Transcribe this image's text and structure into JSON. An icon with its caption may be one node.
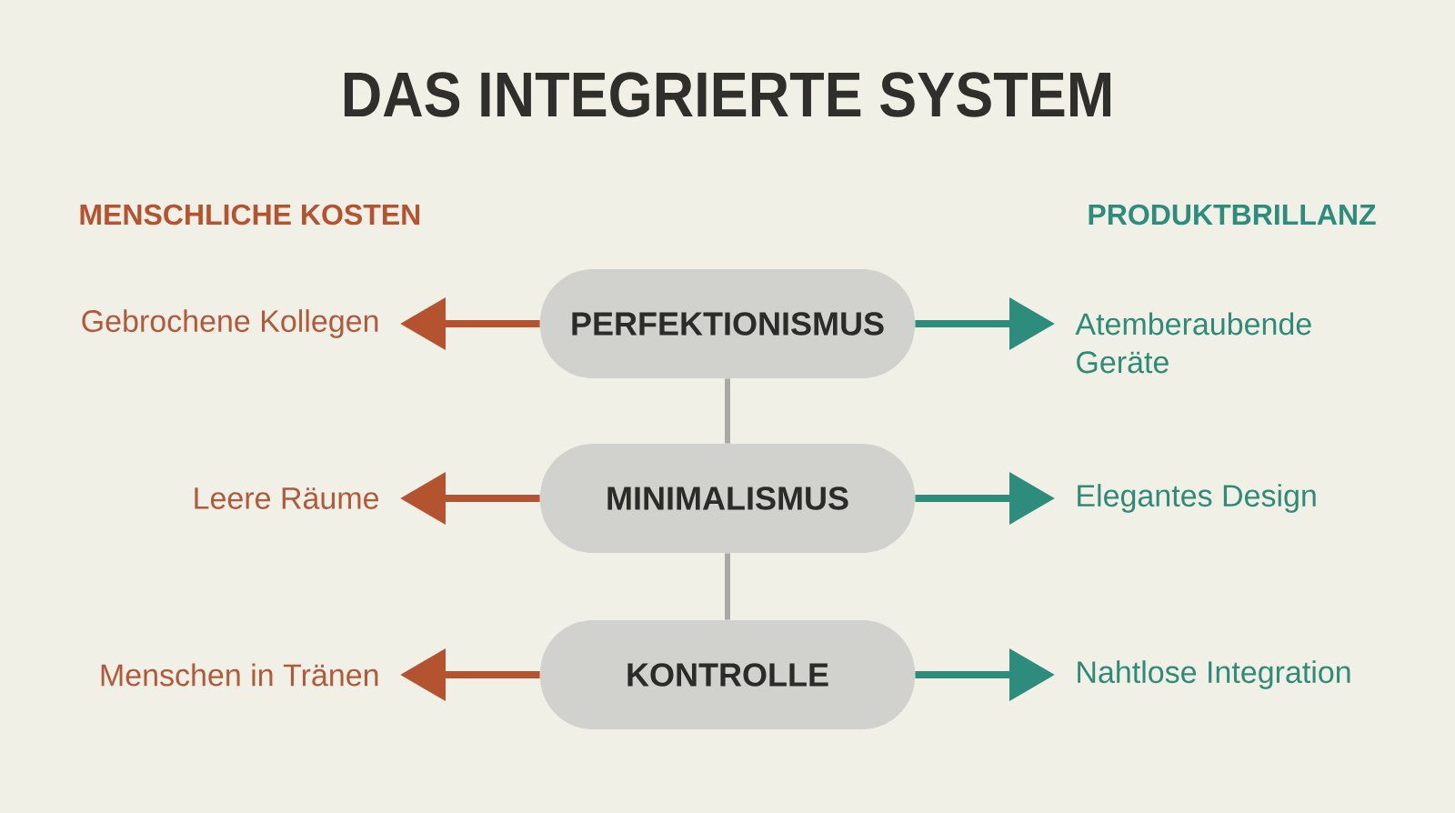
{
  "diagram": {
    "title": "DAS INTEGRIERTE SYSTEM",
    "nodes": [
      {
        "text": [
          "Gebrochene Kollegen"
        ]
      },
      {
        "text": [
          "PERFEKTIONISMUS"
        ]
      },
      {
        "text": [
          "Atemberaubende Geräte"
        ]
      },
      {
        "text": [
          "Leere Räume"
        ]
      },
      {
        "text": [
          "MINIMALISMUS"
        ]
      },
      {
        "text": [
          "Elegantes Design"
        ]
      },
      {
        "text": [
          "Menschen in Tränen"
        ]
      },
      {
        "text": [
          "KONTROLLE"
        ]
      },
      {
        "text": [
          "Nahtlose Integration"
        ]
      }
    ],
    "edges": [
      {
        "from": 1,
        "to": 0,
        "arrow": "to",
        "color": "#b4532f"
      },
      {
        "from": 1,
        "to": 2,
        "arrow": "to",
        "color": "#2d8c7b"
      },
      {
        "from": 1,
        "to": 4,
        "arrow": "none",
        "color": "#a9a9a5"
      },
      {
        "from": 4,
        "to": 3,
        "arrow": "to",
        "color": "#b4532f"
      },
      {
        "from": 4,
        "to": 5,
        "arrow": "to",
        "color": "#2d8c7b"
      },
      {
        "from": 4,
        "to": 7,
        "arrow": "none",
        "color": "#a9a9a5"
      },
      {
        "from": 7,
        "to": 6,
        "arrow": "to",
        "color": "#b4532f"
      },
      {
        "from": 7,
        "to": 8,
        "arrow": "to",
        "color": "#2d8c7b"
      }
    ],
    "labels": [
      "MENSCHLICHE KOSTEN",
      "PRODUKTBRILLANZ"
    ]
  }
}
